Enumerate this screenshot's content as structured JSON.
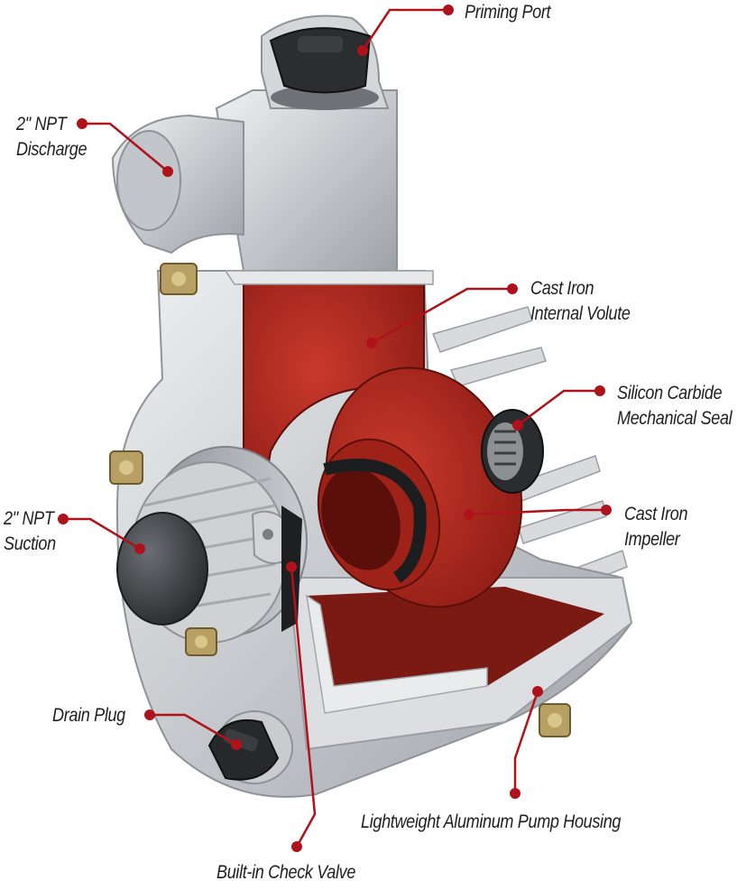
{
  "figure": {
    "subject": "Cutaway of self-priming centrifugal pump",
    "leader_color": "#b0121b",
    "volute_color": "#b5281e",
    "housing_color": "#cfd1d4"
  },
  "callouts": [
    {
      "id": "priming-port",
      "lines": [
        "Priming Port"
      ]
    },
    {
      "id": "discharge",
      "lines": [
        "2\" NPT",
        "Discharge"
      ]
    },
    {
      "id": "internal-volute",
      "lines": [
        "Cast Iron",
        "Internal Volute"
      ]
    },
    {
      "id": "mechanical-seal",
      "lines": [
        "Silicon Carbide",
        "Mechanical Seal"
      ]
    },
    {
      "id": "suction",
      "lines": [
        "2\" NPT",
        "Suction"
      ]
    },
    {
      "id": "impeller",
      "lines": [
        "Cast Iron",
        "Impeller"
      ]
    },
    {
      "id": "drain-plug",
      "lines": [
        "Drain Plug"
      ]
    },
    {
      "id": "pump-housing",
      "lines": [
        "Lightweight Aluminum Pump Housing"
      ]
    },
    {
      "id": "check-valve",
      "lines": [
        "Built-in Check Valve"
      ]
    }
  ]
}
